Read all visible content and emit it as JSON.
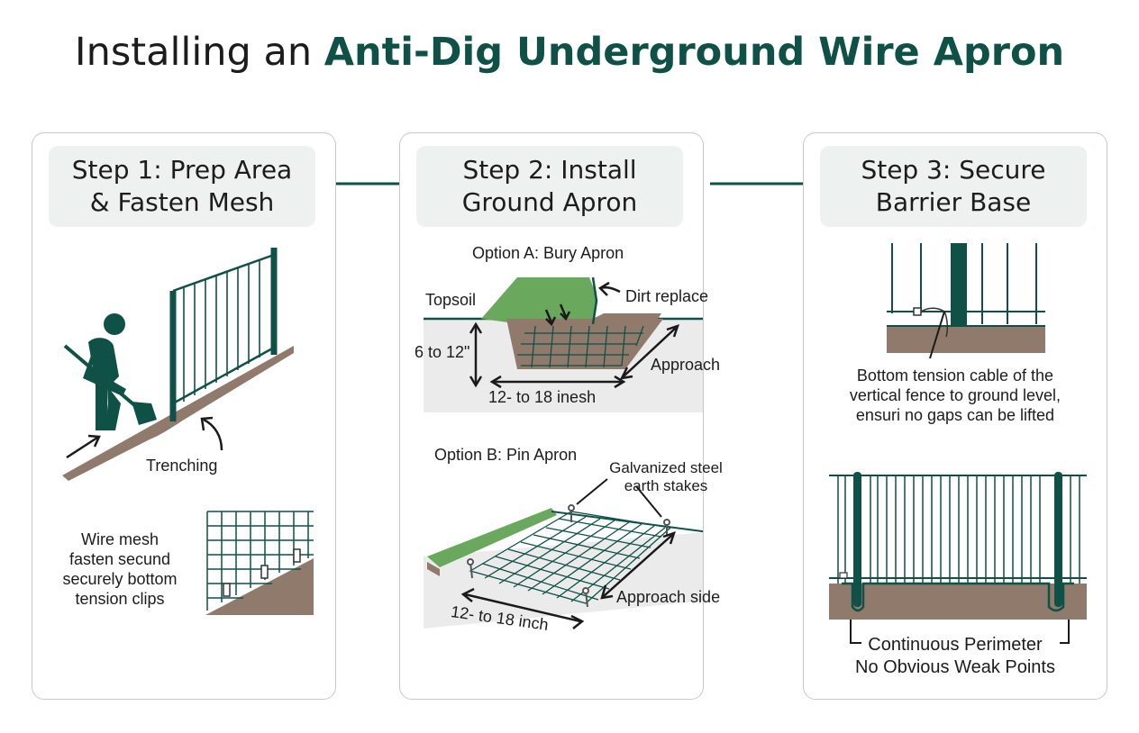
{
  "title": {
    "prefix": "Installing an ",
    "highlight": "Anti-Dig Underground Wire Apron"
  },
  "colors": {
    "accent": "#0f5146",
    "grass": "#6aa85e",
    "soil": "#8f7a6b",
    "gravel": "#ebebeb"
  },
  "step1": {
    "heading_line1": "Step 1: Prep Area",
    "heading_line2": "& Fasten Mesh",
    "trenching": "Trenching",
    "mesh_line1": "Wire mesh",
    "mesh_line2": "fasten secund",
    "mesh_line3": "securely bottom",
    "mesh_line4": "tension clips",
    "icons": [
      "worker-shovel-icon",
      "fence-icon",
      "wire-mesh-icon"
    ]
  },
  "step2": {
    "heading_line1": "Step 2: Install",
    "heading_line2": "Ground Apron",
    "optionA": {
      "title": "Option A: Bury Apron",
      "topsoil": "Topsoil",
      "dirt_replace": "Dirt replace",
      "depth": "6 to 12\"",
      "approach": "Approach",
      "width": "12- to 18 inesh"
    },
    "optionB": {
      "title": "Option B: Pin Apron",
      "stakes_line1": "Galvanized steel",
      "stakes_line2": "earth stakes",
      "approach": "Approach side",
      "width": "12- to 18 inch"
    }
  },
  "step3": {
    "heading_line1": "Step 3: Secure",
    "heading_line2": "Barrier Base",
    "cable_line1": "Bottom tension cable of the",
    "cable_line2": "vertical fence to ground level,",
    "cable_line3": "ensuri no gaps can be lifted",
    "perimeter_line1": "Continuous Perimeter",
    "perimeter_line2": "No Obvious Weak Points"
  }
}
